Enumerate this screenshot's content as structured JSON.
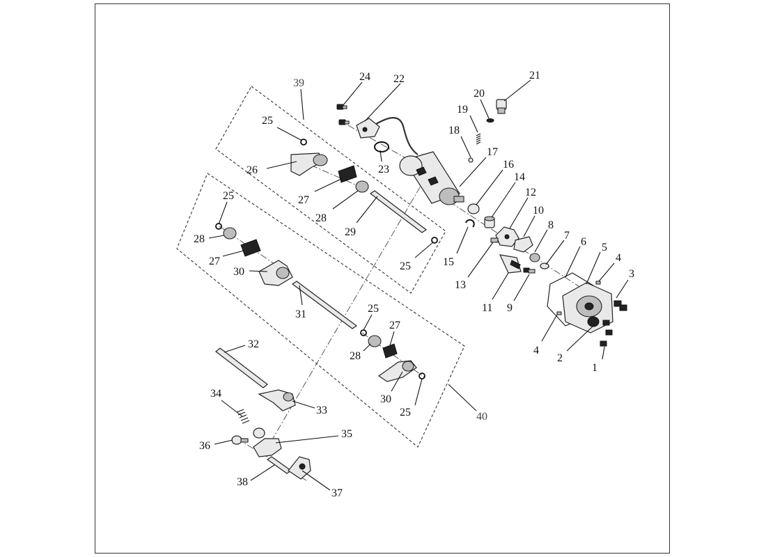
{
  "diagram": {
    "kind": "exploded parts diagram",
    "callouts": [
      "1",
      "2",
      "3",
      "4",
      "4",
      "5",
      "6",
      "7",
      "8",
      "9",
      "10",
      "11",
      "12",
      "13",
      "14",
      "15",
      "16",
      "17",
      "18",
      "19",
      "20",
      "21",
      "22",
      "23",
      "24",
      "25",
      "25",
      "25",
      "25",
      "25",
      "26",
      "27",
      "27",
      "27",
      "28",
      "28",
      "28",
      "29",
      "30",
      "30",
      "31",
      "32",
      "33",
      "34",
      "35",
      "36",
      "37",
      "38",
      "39",
      "40"
    ],
    "groups": {
      "group_39": "39",
      "group_40": "40"
    }
  }
}
